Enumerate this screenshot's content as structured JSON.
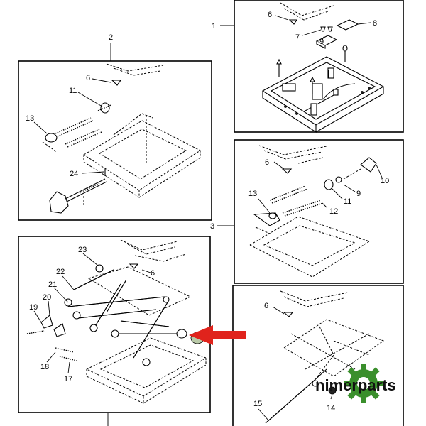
{
  "diagram": {
    "assembly_numbers": {
      "a1": "1",
      "a2": "2",
      "a3": "3"
    },
    "top_right": {
      "p6": "6",
      "p7": "7",
      "p8": "8",
      "p9": "9"
    },
    "upper_left": {
      "p6": "6",
      "p11": "11",
      "p13": "13",
      "p24": "24"
    },
    "mid_right": {
      "p6": "6",
      "p9": "9",
      "p10": "10",
      "p11": "11",
      "p12": "12",
      "p13": "13"
    },
    "lower_left": {
      "p6": "6",
      "p17": "17",
      "p18": "18",
      "p19": "19",
      "p20": "20",
      "p21": "21",
      "p22": "22",
      "p23": "23"
    },
    "lower_right": {
      "p6": "6",
      "p14": "14",
      "p15": "15"
    },
    "pointer_color": "#e0231c",
    "highlight_color": "#b9c9a8"
  },
  "watermark": {
    "text": "nimerparts",
    "icon": "gear-icon",
    "gear_color": "#3a8f2c"
  }
}
